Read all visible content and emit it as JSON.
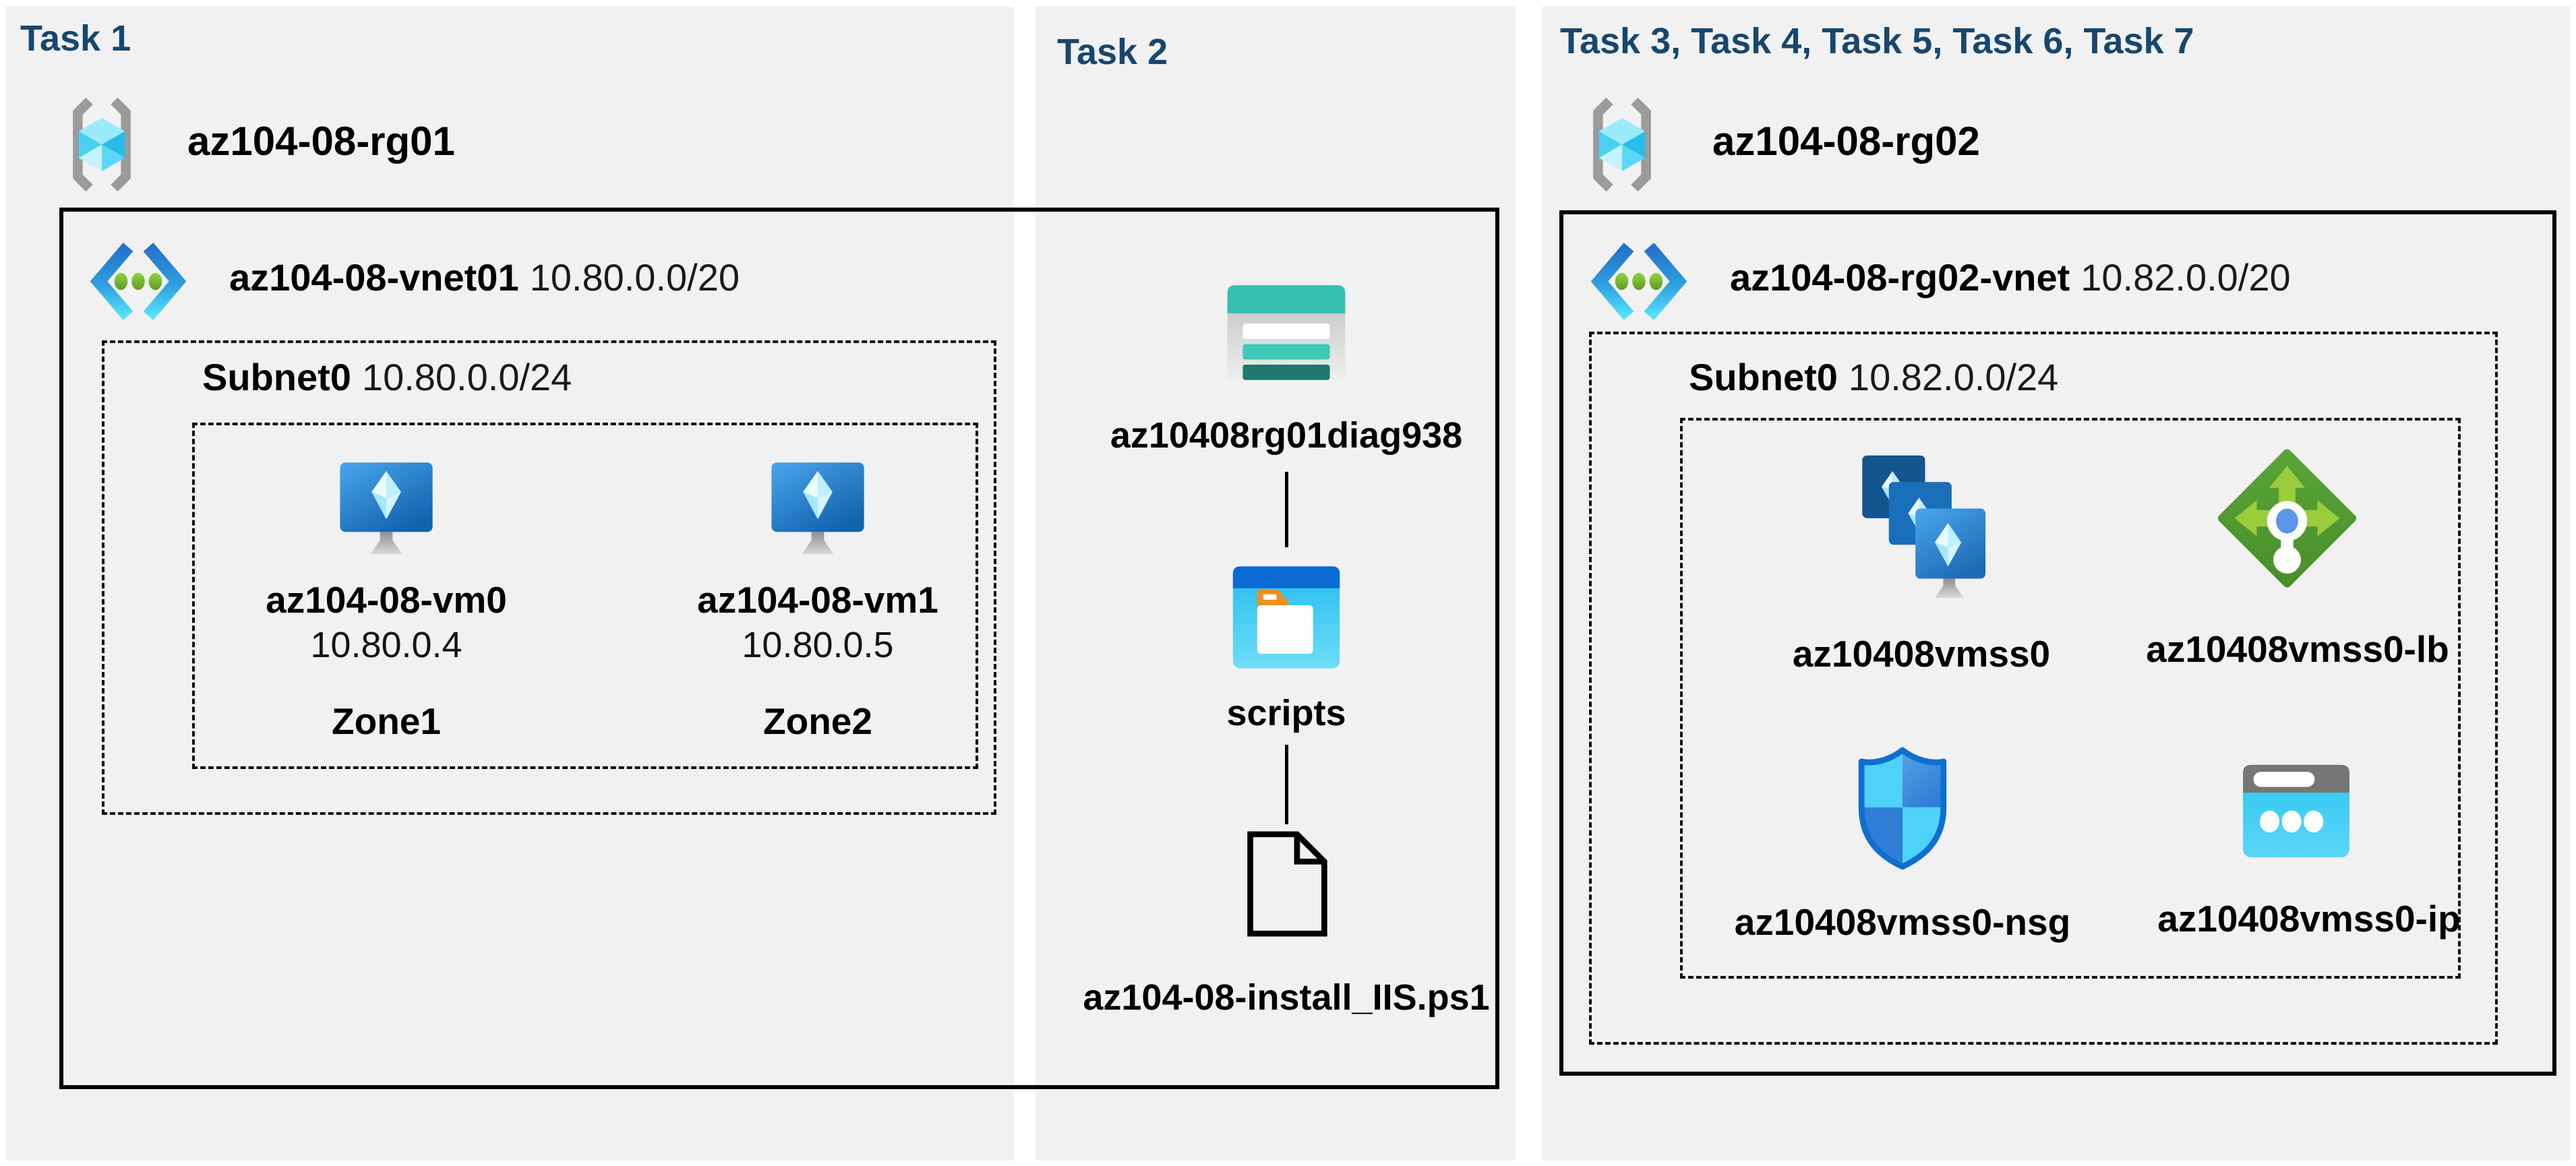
{
  "colors": {
    "title": "#17476e",
    "panel_bg": "#f1f1f2",
    "box_border": "#000000",
    "azure_blue": "#1e6fc0",
    "azure_cyan": "#45c8f5",
    "vnet_dot_green": "#76b82f",
    "lb_green": "#4e9a2e",
    "lb_arrow_green": "#9acc3c",
    "storage_teal": "#36c0b0",
    "folder_orange": "#f08f1e",
    "nsg_border_blue": "#0e6fd0",
    "ip_header_gray": "#767676"
  },
  "panels": [
    {
      "title": "Task 1",
      "rg": {
        "label": "az104-08-rg01"
      },
      "vnet": {
        "name": "az104-08-vnet01",
        "cidr": "10.80.0.0/20"
      },
      "subnet": {
        "name": "Subnet0",
        "cidr": "10.80.0.0/24"
      },
      "vms": [
        {
          "name": "az104-08-vm0",
          "ip": "10.80.0.4",
          "zone": "Zone1"
        },
        {
          "name": "az104-08-vm1",
          "ip": "10.80.0.5",
          "zone": "Zone2"
        }
      ]
    },
    {
      "title": "Task 2",
      "storage": {
        "label": "az10408rg01diag938"
      },
      "folder": {
        "label": "scripts"
      },
      "file": {
        "label": "az104-08-install_IIS.ps1"
      }
    },
    {
      "title": "Task 3, Task 4, Task 5, Task 6, Task 7",
      "rg": {
        "label": "az104-08-rg02"
      },
      "vnet": {
        "name": "az104-08-rg02-vnet",
        "cidr": "10.82.0.0/20"
      },
      "subnet": {
        "name": "Subnet0",
        "cidr": "10.82.0.0/24"
      },
      "resources": [
        {
          "name": "az10408vmss0",
          "type": "vm-scale-set"
        },
        {
          "name": "az10408vmss0-lb",
          "type": "load-balancer"
        },
        {
          "name": "az10408vmss0-nsg",
          "type": "network-security-group"
        },
        {
          "name": "az10408vmss0-ip",
          "type": "public-ip"
        }
      ]
    }
  ]
}
